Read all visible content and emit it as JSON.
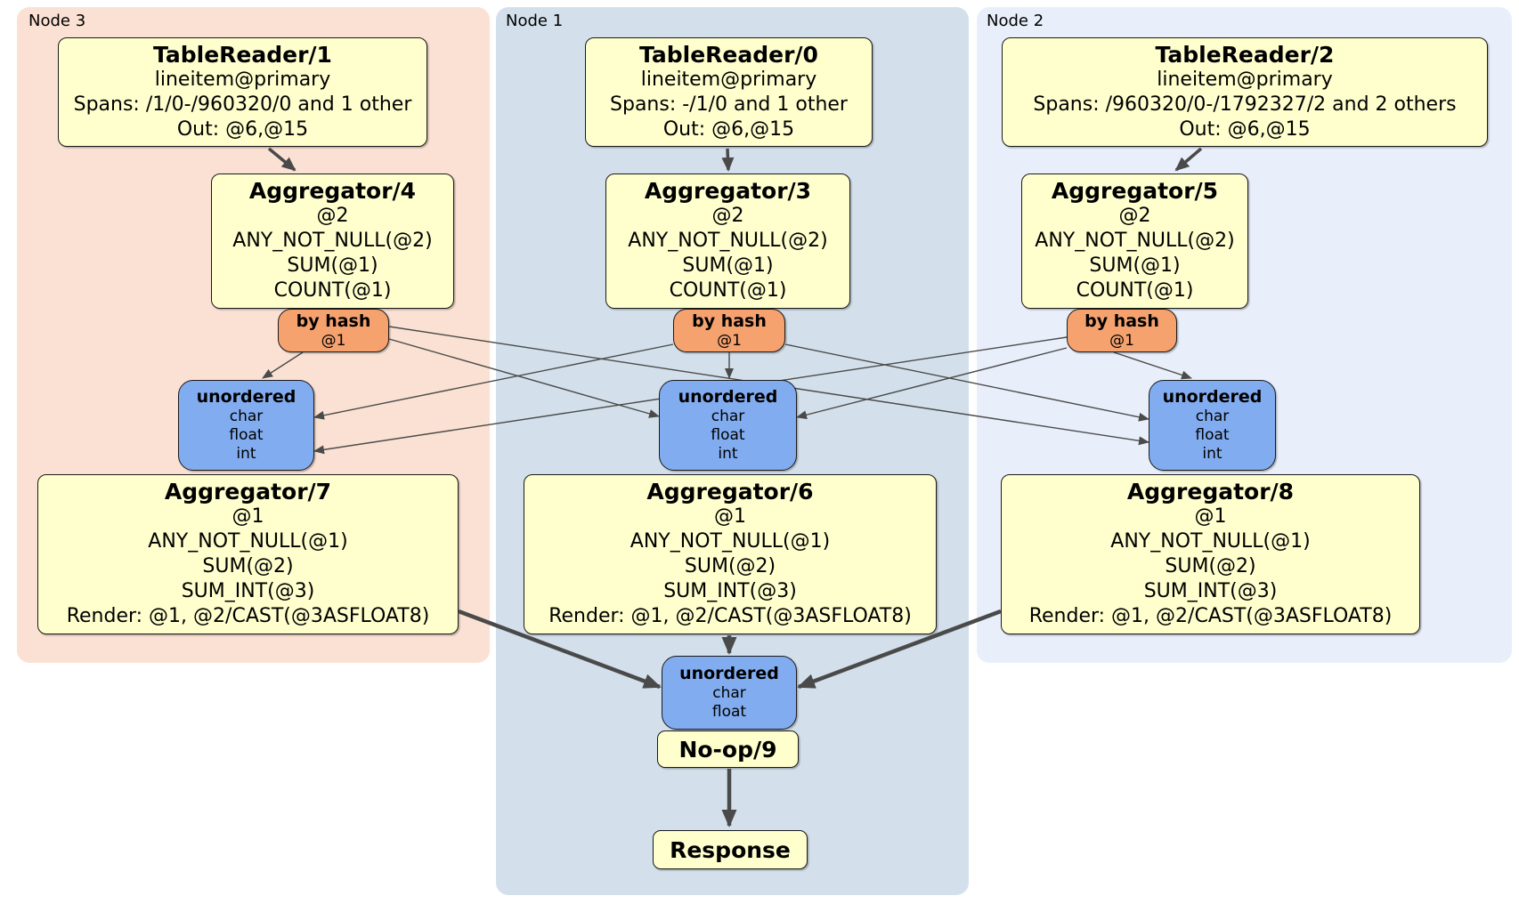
{
  "regions": [
    {
      "label": "Node 3",
      "fill": "#FBE1D3"
    },
    {
      "label": "Node 1",
      "fill": "#D3E0EB"
    },
    {
      "label": "Node 2",
      "fill": "#E9EFFA"
    }
  ],
  "colors": {
    "processor_fill": "#FFFFCE",
    "router_fill": "#F5A26E",
    "sync_fill": "#82ACF0",
    "edge": "#4a4a4a",
    "border": "#1a1a1a"
  },
  "processors": {
    "tr1": {
      "title": "TableReader/1",
      "lines": [
        "lineitem@primary",
        "Spans: /1/0-/960320/0 and 1 other",
        "Out: @6,@15"
      ]
    },
    "tr0": {
      "title": "TableReader/0",
      "lines": [
        "lineitem@primary",
        "Spans: -/1/0 and 1 other",
        "Out: @6,@15"
      ]
    },
    "tr2": {
      "title": "TableReader/2",
      "lines": [
        "lineitem@primary",
        "Spans: /960320/0-/1792327/2 and 2 others",
        "Out: @6,@15"
      ]
    },
    "agg4": {
      "title": "Aggregator/4",
      "lines": [
        "@2",
        "ANY_NOT_NULL(@2)",
        "SUM(@1)",
        "COUNT(@1)"
      ]
    },
    "agg3": {
      "title": "Aggregator/3",
      "lines": [
        "@2",
        "ANY_NOT_NULL(@2)",
        "SUM(@1)",
        "COUNT(@1)"
      ]
    },
    "agg5": {
      "title": "Aggregator/5",
      "lines": [
        "@2",
        "ANY_NOT_NULL(@2)",
        "SUM(@1)",
        "COUNT(@1)"
      ]
    },
    "agg7": {
      "title": "Aggregator/7",
      "lines": [
        "@1",
        "ANY_NOT_NULL(@1)",
        "SUM(@2)",
        "SUM_INT(@3)",
        "Render: @1, @2/CAST(@3ASFLOAT8)"
      ]
    },
    "agg6": {
      "title": "Aggregator/6",
      "lines": [
        "@1",
        "ANY_NOT_NULL(@1)",
        "SUM(@2)",
        "SUM_INT(@3)",
        "Render: @1, @2/CAST(@3ASFLOAT8)"
      ]
    },
    "agg8": {
      "title": "Aggregator/8",
      "lines": [
        "@1",
        "ANY_NOT_NULL(@1)",
        "SUM(@2)",
        "SUM_INT(@3)",
        "Render: @1, @2/CAST(@3ASFLOAT8)"
      ]
    },
    "noop": {
      "title": "No-op/9"
    },
    "response": {
      "title": "Response"
    }
  },
  "routers": {
    "hash_l": {
      "title": "by hash",
      "lines": [
        "@1"
      ]
    },
    "hash_m": {
      "title": "by hash",
      "lines": [
        "@1"
      ]
    },
    "hash_r": {
      "title": "by hash",
      "lines": [
        "@1"
      ]
    }
  },
  "syncs": {
    "sync_l": {
      "title": "unordered",
      "lines": [
        "char",
        "float",
        "int"
      ]
    },
    "sync_m": {
      "title": "unordered",
      "lines": [
        "char",
        "float",
        "int"
      ]
    },
    "sync_r": {
      "title": "unordered",
      "lines": [
        "char",
        "float",
        "int"
      ]
    },
    "sync_final": {
      "title": "unordered",
      "lines": [
        "char",
        "float"
      ]
    }
  }
}
